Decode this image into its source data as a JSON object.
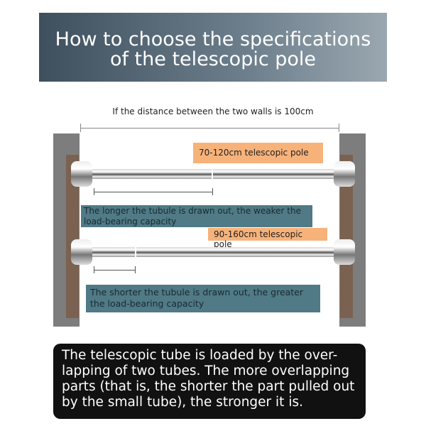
{
  "title": {
    "line1": "How to choose the specifications",
    "line2": "of the telescopic pole"
  },
  "subtitle": "If the distance between the two walls is 100cm",
  "poles": [
    {
      "label": "70-120cm telescopic pole",
      "note": "The longer the tubule is drawn out, the weaker the load-bearing capacity"
    },
    {
      "label": "90-160cm telescopic pole",
      "note": "The shorter the tubule is drawn out, the greater the load-bearing capacity"
    }
  ],
  "summary": "The telescopic tube is loaded by the over-lapping of two tubes. The more overlapping parts (that is, the shorter the part pulled out by the small tube), the stronger it is.",
  "colors": {
    "orange": "#f7b27a",
    "teal": "#4f7a86",
    "banner": "#3e4f5e"
  }
}
